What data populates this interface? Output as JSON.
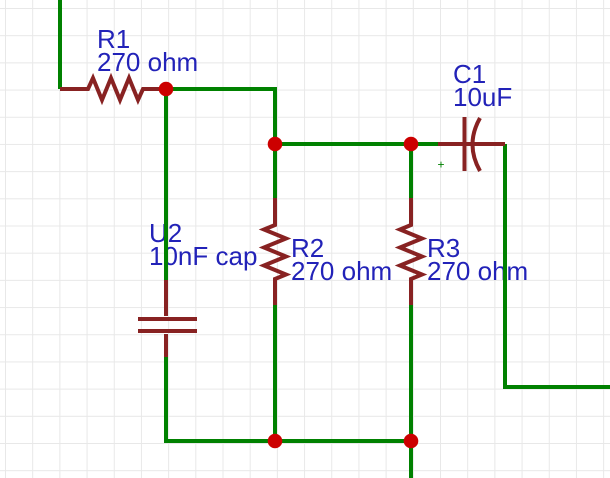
{
  "canvas": {
    "background_color": "#ffffff",
    "grid_color": "#e8e8e8",
    "wire_color": "#008100",
    "component_color": "#882222",
    "junction_color": "#cc0000",
    "label_color": "#2222b8"
  },
  "components": [
    {
      "designator": "R1",
      "value": "270 ohm",
      "type": "resistor",
      "orientation": "horizontal"
    },
    {
      "designator": "C1",
      "value": "10uF",
      "type": "polarized-capacitor",
      "polarity_mark": "+"
    },
    {
      "designator": "U2",
      "value": "10nF cap",
      "type": "capacitor",
      "orientation": "vertical"
    },
    {
      "designator": "R2",
      "value": "270 ohm",
      "type": "resistor",
      "orientation": "vertical"
    },
    {
      "designator": "R3",
      "value": "270 ohm",
      "type": "resistor",
      "orientation": "vertical"
    }
  ]
}
